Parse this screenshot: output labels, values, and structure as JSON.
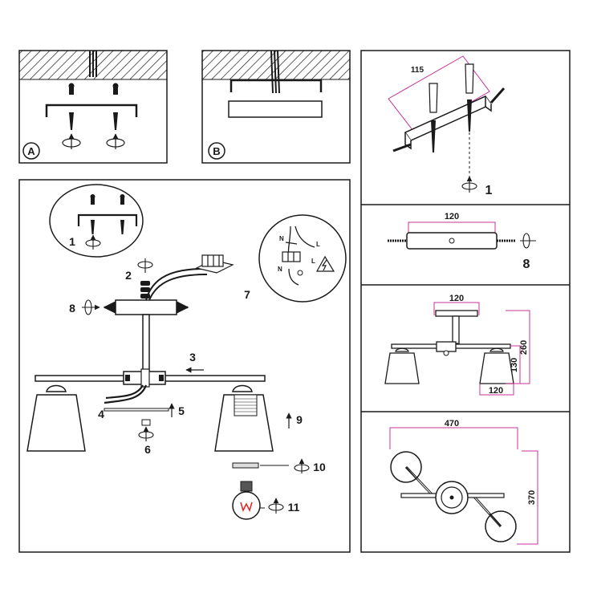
{
  "panels": {
    "a": {
      "badge": "A"
    },
    "b": {
      "badge": "B"
    },
    "main": {
      "step_labels": [
        "1",
        "2",
        "3",
        "4",
        "5",
        "6",
        "7",
        "8",
        "9",
        "10",
        "11"
      ],
      "wire_labels": {
        "neutral": "N",
        "live": "L"
      }
    },
    "bracket": {
      "dimension": "115",
      "step": "1"
    },
    "plate": {
      "dimension": "120",
      "step": "8"
    },
    "side_view": {
      "top_width": "120",
      "height_total": "260",
      "height_arm": "130",
      "shade_width": "120"
    },
    "top_view": {
      "width": "470",
      "depth": "370"
    }
  },
  "colors": {
    "line": "#1a1a1a",
    "dimension": "#c8309a",
    "filament": "#e02020"
  }
}
